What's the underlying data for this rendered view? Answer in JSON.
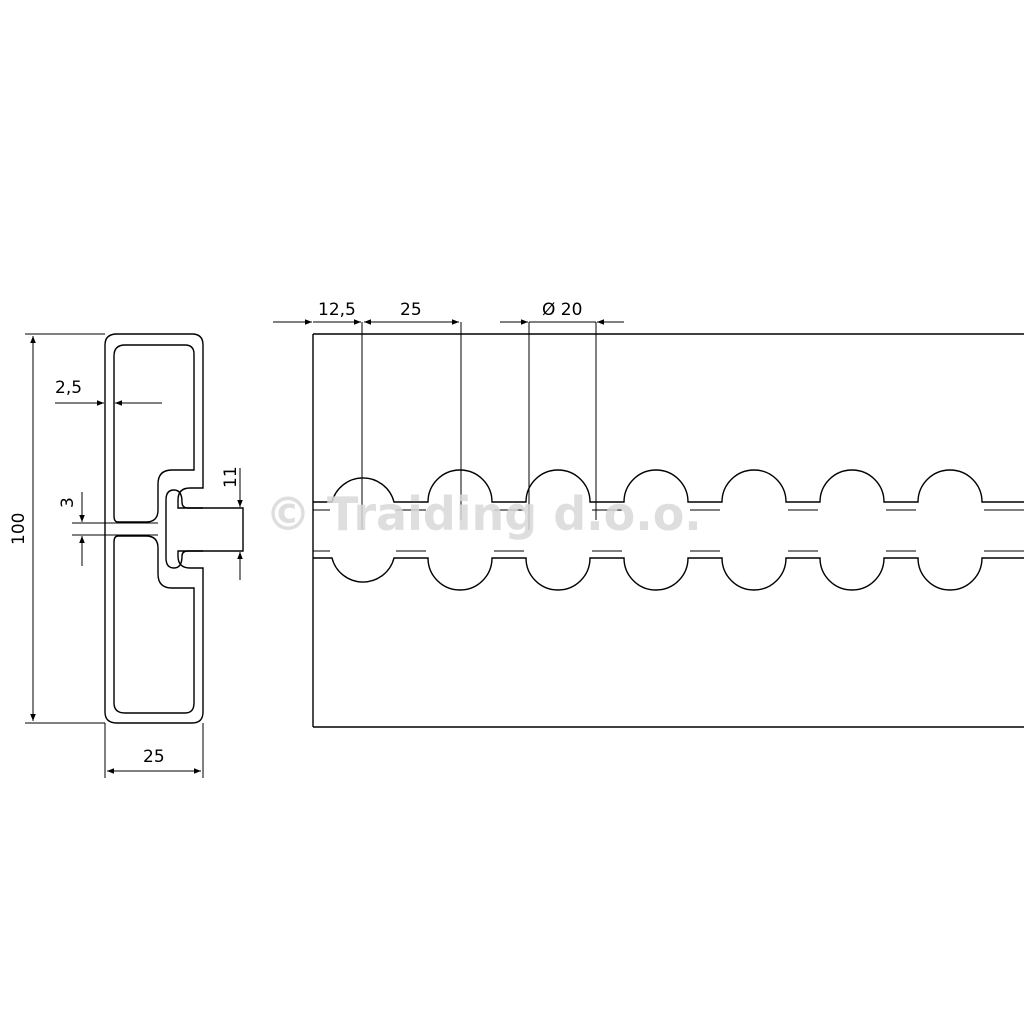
{
  "section_view": {
    "dimensions": {
      "height": "100",
      "width": "25",
      "wall": "2,5",
      "slot": "3",
      "head": "11"
    }
  },
  "side_view": {
    "dimensions": {
      "edge_offset": "12,5",
      "pitch": "25",
      "hole_diameter": "Ø 20"
    }
  },
  "watermark": "© Traiding d.o.o."
}
